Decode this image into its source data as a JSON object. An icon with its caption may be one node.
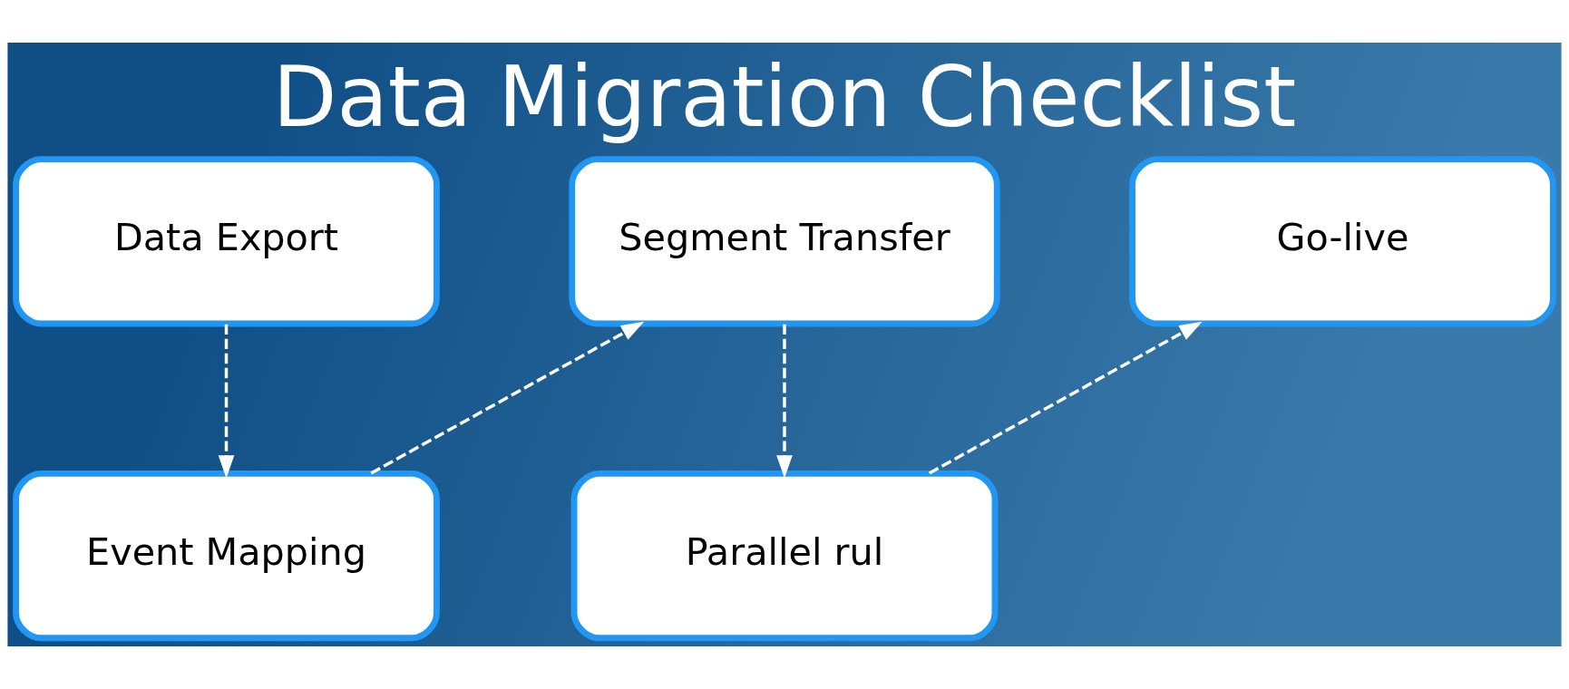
{
  "diagram": {
    "title": "Data Migration Checklist",
    "nodes": [
      {
        "text": [
          "Data Export"
        ]
      },
      {
        "text": [
          "Segment Transfer"
        ]
      },
      {
        "text": [
          "Go-live"
        ]
      },
      {
        "text": [
          "Event Mapping"
        ]
      },
      {
        "text": [
          "Parallel rul"
        ]
      }
    ],
    "edges": [
      {
        "from": 0,
        "to": 3,
        "arrow": "to",
        "style": "dashed"
      },
      {
        "from": 3,
        "to": 1,
        "arrow": "to",
        "style": "dashed"
      },
      {
        "from": 1,
        "to": 4,
        "arrow": "to",
        "style": "dashed"
      },
      {
        "from": 4,
        "to": 2,
        "arrow": "to",
        "style": "dashed"
      }
    ]
  }
}
